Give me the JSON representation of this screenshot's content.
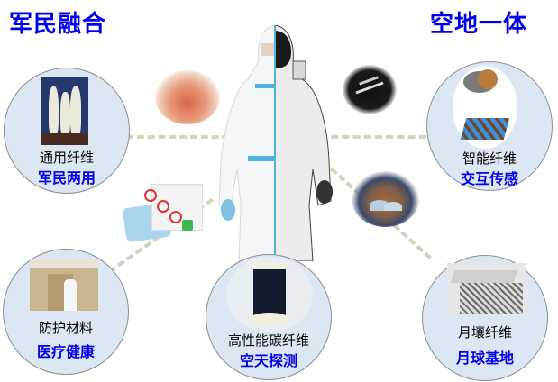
{
  "headers": {
    "left_title": "军民融合",
    "right_title": "空地一体"
  },
  "nodes": [
    {
      "id": "general-fiber",
      "label": "通用纤维",
      "subtitle": "军民两用",
      "image": "fiber-spools"
    },
    {
      "id": "smart-fiber",
      "label": "智能纤维",
      "subtitle": "交互传感",
      "image": "smart-fabric-weave"
    },
    {
      "id": "protective-material",
      "label": "防护材料",
      "subtitle": "医疗健康",
      "image": "medical-worker-protective-suit"
    },
    {
      "id": "carbon-fiber",
      "label": "高性能碳纤维",
      "subtitle": "空天探测",
      "image": "carbon-fiber-spool"
    },
    {
      "id": "lunar-fiber",
      "label": "月壤纤维",
      "subtitle": "月球基地",
      "image": "metal-mesh-panel"
    }
  ],
  "decorations": {
    "center_figure": "half-protective-suit-half-astronaut",
    "satellite": "space-station",
    "moon_base": "lunar-base-domes",
    "skin": "skin-cross-section",
    "mask": "antiviral-face-mask"
  },
  "colors": {
    "accent_blue": "#0000ee",
    "circle_fill": "#dde6f3",
    "circle_border": "#8a8f96",
    "dash_color": "#d8d2bc"
  }
}
